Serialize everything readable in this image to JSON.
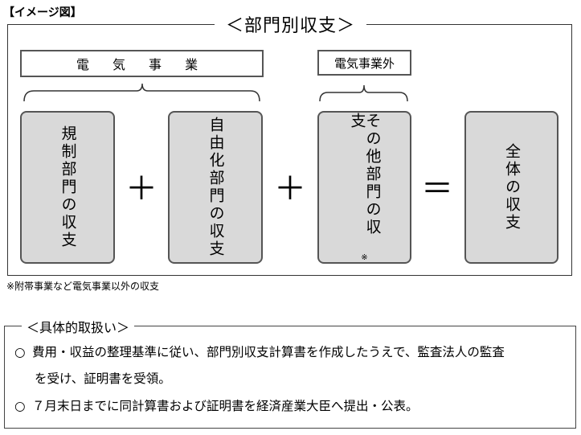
{
  "image_label": "【イメージ図】",
  "diagram": {
    "title": "＜部門別収支＞",
    "categories": {
      "electric": "電 気 事 業",
      "non_electric": "電気事業外"
    },
    "columns": [
      {
        "label": "規制部門の収支"
      },
      {
        "label": "自由化部門の収支"
      },
      {
        "label": "その他部門の収支",
        "note_mark": "※"
      },
      {
        "label": "全体の収支"
      }
    ],
    "operators": [
      "＋",
      "＋",
      "＝"
    ]
  },
  "footnote": "※附帯事業など電気事業以外の収支",
  "details": {
    "title": "＜具体的取扱い＞",
    "bullet": "○",
    "items": [
      "費用・収益の整理基準に従い、部門別収支計算書を作成したうえで、監査法人の監査",
      "を受け、証明書を受領。",
      "７月末日までに同計算書および証明書を経済産業大臣へ提出・公表。"
    ]
  }
}
